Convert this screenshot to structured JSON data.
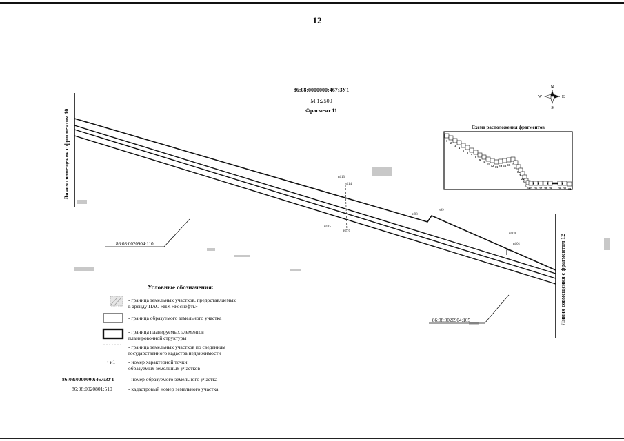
{
  "page": {
    "number": "12"
  },
  "map": {
    "parcel_id": "86:08:0000000:467:ЗУ1",
    "scale": "М 1:2500",
    "fragment": "Фрагмент 11",
    "left_edge_label": "Линия совмещения с фрагментом 10",
    "right_edge_label": "Линия совмещения с фрагментом 12",
    "cadastral_labels": [
      "86:08:0020904:110",
      "86:08:0020904:105"
    ],
    "points": [
      "н113",
      "н114",
      "н115",
      "н116",
      "н98",
      "н99",
      "н100",
      "н101"
    ]
  },
  "compass": {
    "north": "N",
    "south": "S",
    "west": "W",
    "east": "E"
  },
  "inset": {
    "title": "Схема расположения фрагментов",
    "fragment_numbers": [
      "1",
      "2",
      "3",
      "4",
      "5",
      "6",
      "7",
      "8",
      "9",
      "10",
      "11",
      "12",
      "13",
      "14",
      "15",
      "16",
      "17",
      "18",
      "19",
      "20",
      "21",
      "22",
      "23",
      "24",
      "25",
      "26",
      "27",
      "28",
      "29",
      "30",
      "31",
      "32"
    ]
  },
  "legend": {
    "title": "Условные обозначения:",
    "items": [
      {
        "symbol": "hatched-area",
        "lines": [
          "- граница земельных участков, предоставляемых",
          "в аренду ПАО «НК «Роснефть»"
        ]
      },
      {
        "symbol": "thin-rectangle",
        "lines": [
          "- граница образуемого земельного участка"
        ]
      },
      {
        "symbol": "thick-rectangle",
        "lines": [
          "- граница планируемых элементов",
          "планировочной структуры"
        ]
      },
      {
        "symbol": "dashed-line",
        "lines": [
          "- граница земельных участков по сведениям",
          "государственного кадастра недвижимости"
        ]
      },
      {
        "symbol": "point",
        "sample": "• н1",
        "lines": [
          "- номер характерной точки",
          "образуемых земельных участков"
        ]
      },
      {
        "symbol": "parcel-number",
        "sample": "86:08:0000000:467:ЗУ1",
        "lines": [
          "- номер образуемого земельного участка"
        ]
      },
      {
        "symbol": "cadastral-number",
        "sample": "86:08:0020801:510",
        "lines": [
          "- кадастровый номер земельного участка"
        ]
      }
    ]
  }
}
